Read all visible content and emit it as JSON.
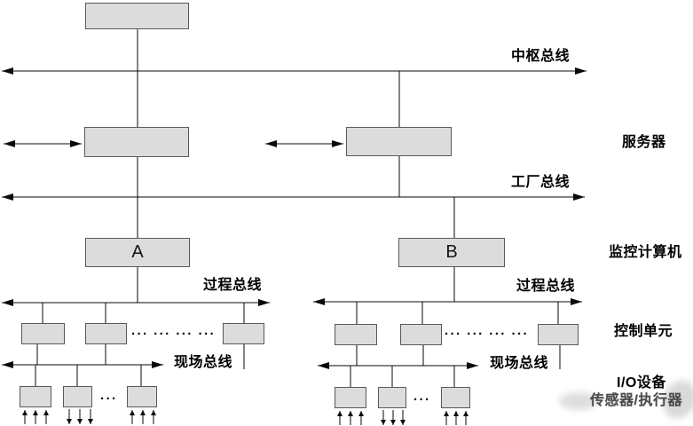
{
  "labels": {
    "central_bus": "中枢总线",
    "factory_bus": "工厂总线",
    "server": "服务器",
    "supervisory_computer": "监控计算机",
    "process_bus_left": "过程总线",
    "process_bus_right": "过程总线",
    "field_bus_left": "现场总线",
    "field_bus_right": "现场总线",
    "control_unit": "控制单元",
    "io_device": "I/O设备",
    "sensor_actuator": "传感器/执行器"
  },
  "nodes": {
    "a": "A",
    "b": "B"
  },
  "ellipsis": {
    "control_row": "··· ··· ··· ···",
    "io_row": "···"
  },
  "colors": {
    "box_fill": "#dcdcdc",
    "box_border": "#595959",
    "line": "#0a0a0a",
    "faded_text": "#4b4b4b"
  }
}
